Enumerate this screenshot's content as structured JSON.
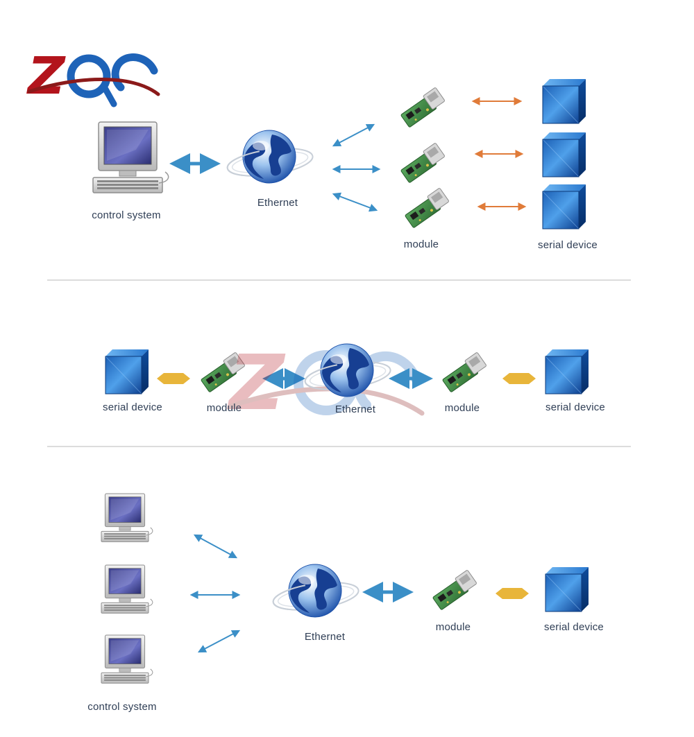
{
  "logo": {
    "text": "ZQC",
    "colors": {
      "z": "#b3141c",
      "q": "#1e63b8",
      "c": "#1e63b8",
      "swoosh": "#8b1a1a"
    }
  },
  "colors": {
    "arrow_blue": "#3b8fc7",
    "arrow_orange": "#e07b39",
    "arrow_gold": "#e8b53a",
    "cube": "#1f6fc9",
    "module_board": "#3c8a43",
    "label": "#2f3e55",
    "divider": "#dcdcdc"
  },
  "icons": [
    "computer-icon",
    "globe-icon",
    "module-icon",
    "cube-icon",
    "arrow-icon",
    "logo-icon"
  ],
  "section1": {
    "control_label": "control system",
    "ethernet_label": "Ethernet",
    "module_label": "module",
    "serial_label": "serial device"
  },
  "section2": {
    "left_serial_label": "serial device",
    "left_module_label": "module",
    "ethernet_label": "Ethernet",
    "right_module_label": "module",
    "right_serial_label": "serial device"
  },
  "section3": {
    "control_label": "control system",
    "ethernet_label": "Ethernet",
    "module_label": "module",
    "serial_label": "serial device"
  }
}
